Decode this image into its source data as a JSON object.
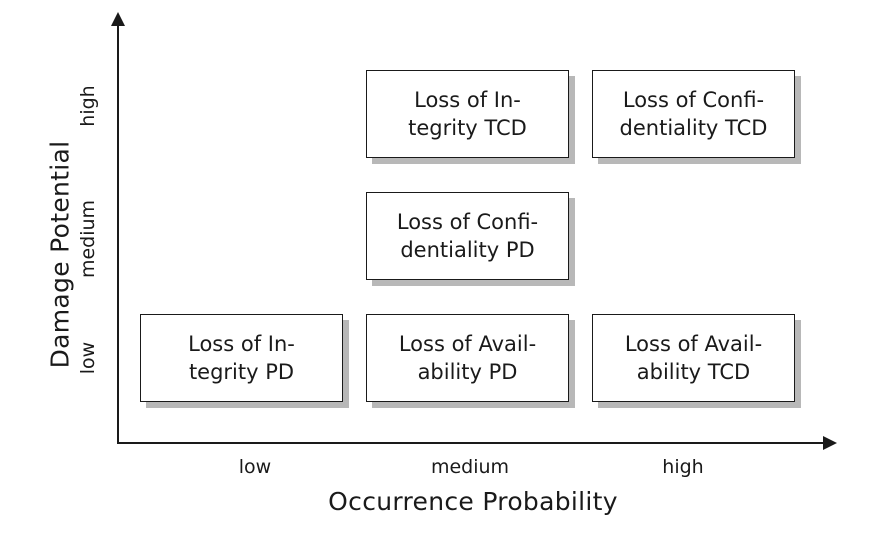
{
  "chart_data": {
    "type": "table",
    "title": "",
    "xlabel": "Occurrence Probability",
    "ylabel": "Damage Potential",
    "x_categories": [
      "low",
      "medium",
      "high"
    ],
    "y_categories": [
      "low",
      "medium",
      "high"
    ],
    "grid": false,
    "legend": "none",
    "cells": [
      {
        "x": "medium",
        "y": "high",
        "line1": "Loss of In-",
        "line2": "tegrity TCD",
        "text": "Loss of Integrity TCD"
      },
      {
        "x": "high",
        "y": "high",
        "line1": "Loss of Confi-",
        "line2": "dentiality TCD",
        "text": "Loss of Confidentiality TCD"
      },
      {
        "x": "medium",
        "y": "medium",
        "line1": "Loss of Confi-",
        "line2": "dentiality PD",
        "text": "Loss of Confidentiality PD"
      },
      {
        "x": "low",
        "y": "low",
        "line1": "Loss of In-",
        "line2": "tegrity PD",
        "text": "Loss of Integrity PD"
      },
      {
        "x": "medium",
        "y": "low",
        "line1": "Loss of Avail-",
        "line2": "ability PD",
        "text": "Loss of Availability PD"
      },
      {
        "x": "high",
        "y": "low",
        "line1": "Loss of Avail-",
        "line2": "ability TCD",
        "text": "Loss of Availability TCD"
      }
    ]
  },
  "axes": {
    "y_title": "Damage Potential",
    "x_title": "Occurrence Probability",
    "y_ticks": {
      "high": "high",
      "medium": "medium",
      "low": "low"
    },
    "x_ticks": {
      "low": "low",
      "medium": "medium",
      "high": "high"
    }
  },
  "colors": {
    "background": "#ffffff",
    "axis": "#1a1a1a",
    "box_border": "#1a1a1a",
    "box_fill": "#ffffff",
    "box_shadow": "#b8b8b8",
    "text": "#1a1a1a"
  }
}
